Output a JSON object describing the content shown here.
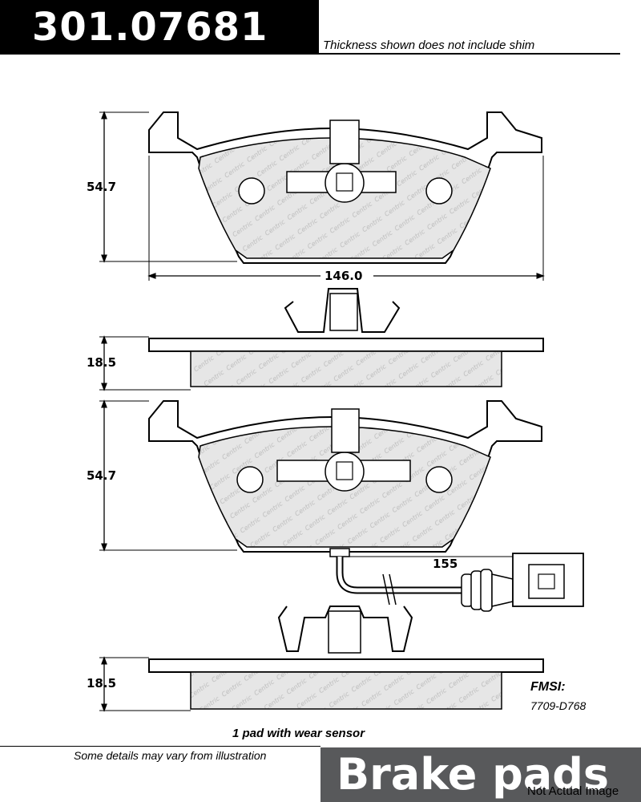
{
  "header": {
    "part_number": "301.07681",
    "note": "Thickness shown does not include shim"
  },
  "dimensions": {
    "pad1_height": "54.7",
    "pad_width": "146.0",
    "pad1_thickness": "18.5",
    "pad2_height": "54.7",
    "sensor_length": "155",
    "pad2_thickness": "18.5"
  },
  "fmsi": {
    "label": "FMSI:",
    "code": "7709-D768"
  },
  "sensor_note": "1 pad with wear sensor",
  "footer": {
    "disclaimer": "Some details may vary from illustration",
    "product": "Brake pads",
    "watermark": "Not Actual Image"
  },
  "colors": {
    "header_bg": "#000000",
    "footer_bg": "#58595b",
    "pad_fill": "#e6e6e6"
  }
}
